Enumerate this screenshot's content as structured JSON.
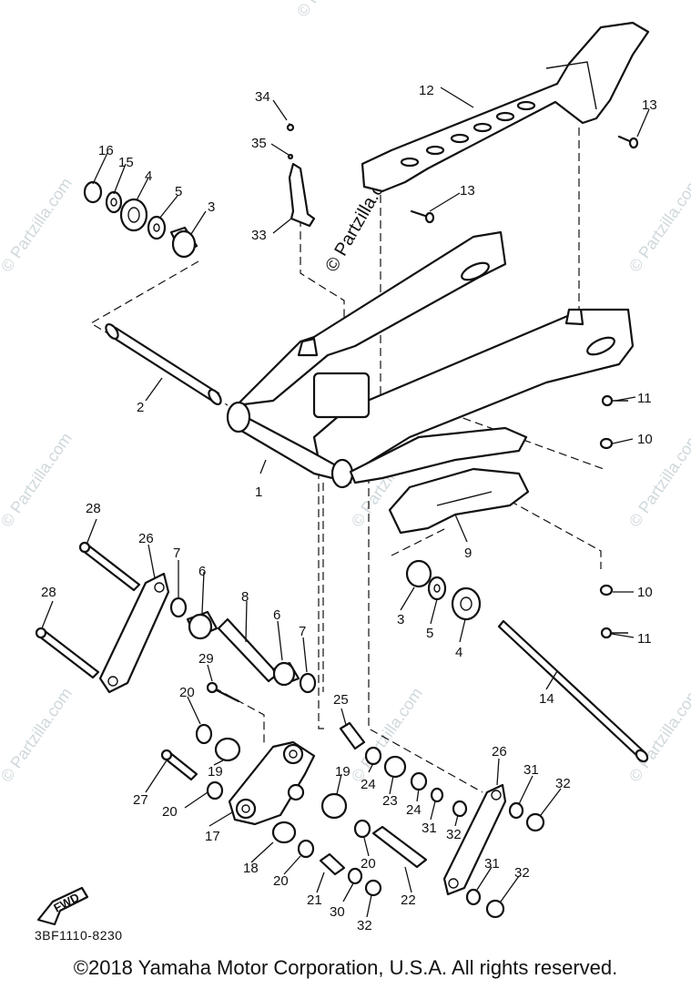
{
  "diagram": {
    "part_numbers": [
      "1",
      "2",
      "3",
      "4",
      "5",
      "6",
      "7",
      "8",
      "9",
      "10",
      "11",
      "12",
      "13",
      "14",
      "15",
      "16",
      "17",
      "18",
      "19",
      "20",
      "21",
      "22",
      "23",
      "24",
      "25",
      "26",
      "27",
      "28",
      "29",
      "30",
      "31",
      "32",
      "33",
      "34",
      "35"
    ],
    "fwd_label": "FWD",
    "drawing_code": "3BF1110-8230",
    "watermark": "© Partzilla.com"
  },
  "footer": {
    "copyright": "©2018 Yamaha Motor Corporation, U.S.A. All rights reserved."
  }
}
